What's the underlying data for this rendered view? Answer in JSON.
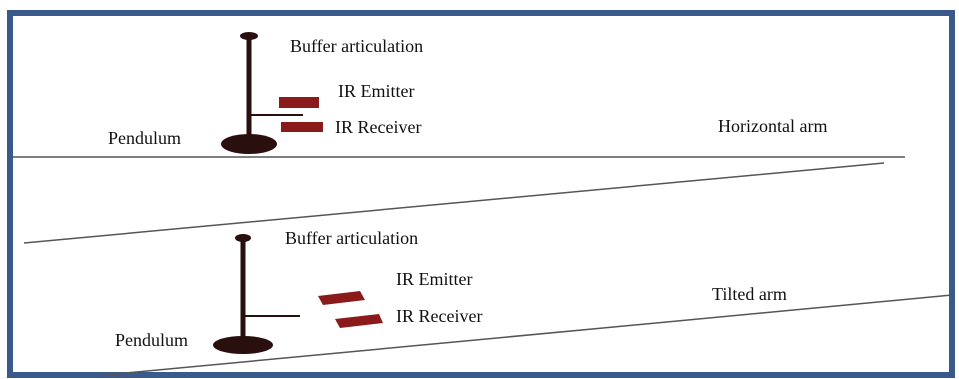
{
  "colors": {
    "frame": "#3a5a8c",
    "pendulum": "#2a0f0f",
    "ir_block": "#8b1a1a",
    "line": "#555555",
    "text": "#111111"
  },
  "top_panel": {
    "buffer_label": "Buffer articulation",
    "emitter_label": "IR Emitter",
    "receiver_label": "IR Receiver",
    "pendulum_label": "Pendulum",
    "arm_label": "Horizontal arm"
  },
  "bottom_panel": {
    "buffer_label": "Buffer articulation",
    "emitter_label": "IR Emitter",
    "receiver_label": "IR Receiver",
    "pendulum_label": "Pendulum",
    "arm_label": "Tilted arm"
  }
}
